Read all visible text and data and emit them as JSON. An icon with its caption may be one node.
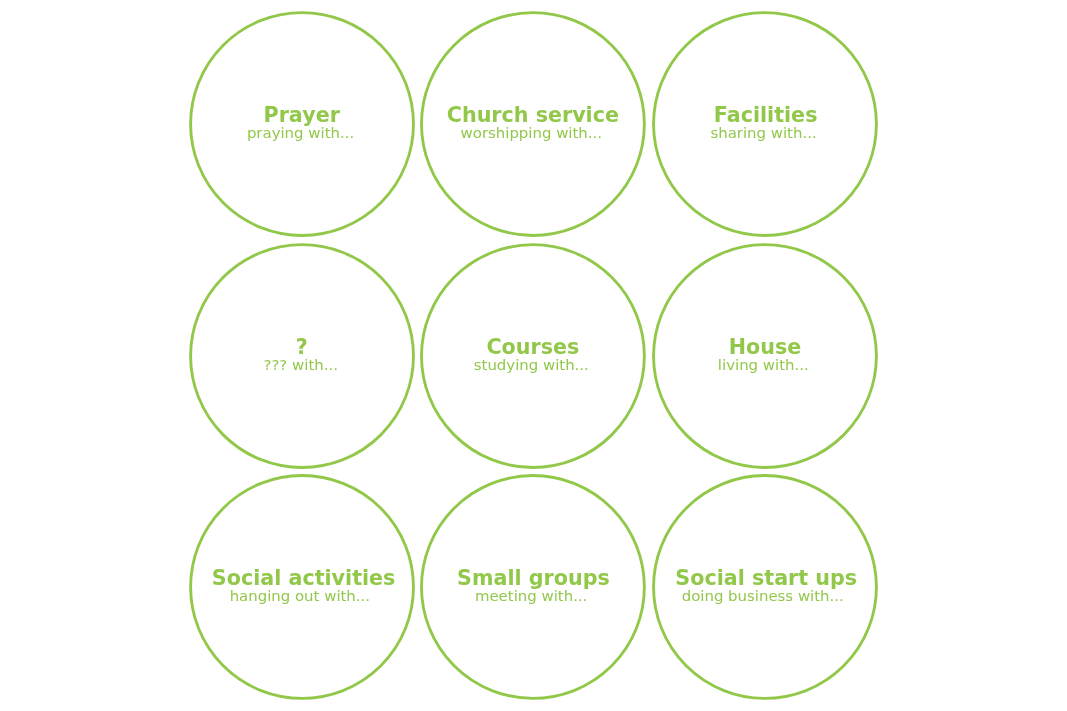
{
  "diagram": {
    "nodes": [
      {
        "text": [
          "Prayer",
          "praying with..."
        ]
      },
      {
        "text": [
          "Church service",
          "worshipping with..."
        ]
      },
      {
        "text": [
          "Facilities",
          "sharing with..."
        ]
      },
      {
        "text": [
          "?",
          "??? with..."
        ]
      },
      {
        "text": [
          "Courses",
          "studying with..."
        ]
      },
      {
        "text": [
          "House",
          "living with..."
        ]
      },
      {
        "text": [
          "Social activities",
          "hanging out with..."
        ]
      },
      {
        "text": [
          "Small groups",
          "meeting with..."
        ]
      },
      {
        "text": [
          "Social start ups",
          "doing business with..."
        ]
      }
    ],
    "edges": []
  }
}
